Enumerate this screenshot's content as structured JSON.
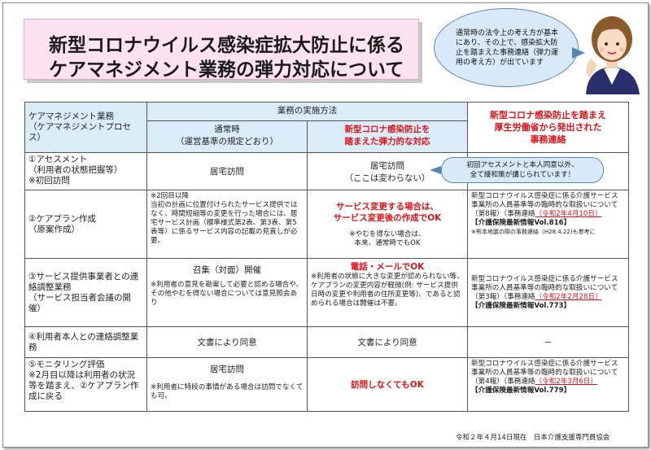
{
  "title": {
    "line1": "新型コロナウイルス感染症拡大防止に係る",
    "line2": "ケアマネジメント業務の弾力対応について"
  },
  "bubble": {
    "text": "通常時の法令上の考え方が基本にあり、その上で、感染拡大防止を踏まえた事務連絡（弾力運用の考え方）が出ています"
  },
  "header": {
    "col1": "ケアマネジメント業務\n（ケアマネジメントプロセス）",
    "implementation": "業務の実施方法",
    "normal_title": "通常時",
    "normal_sub": "（運営基準の規定どおり）",
    "covid_title": "新型コロナ感染防止を",
    "covid_sub": "踏まえた弾力的な対応",
    "notice_l1": "新型コロナ感染防止を踏まえ",
    "notice_l2": "厚生労働省から発出された",
    "notice_l3": "事務連絡"
  },
  "callout": {
    "line1": "初回アセスメントと本人同意以外、",
    "line2": "全て緩和策が講じられています！"
  },
  "rows": [
    {
      "process": "①アセスメント\n（利用者の状態把握等）\n※初回訪問",
      "normal": "居宅訪問",
      "covid_main": "居宅訪問",
      "covid_sub": "（ここは変わらない）",
      "notice": ""
    },
    {
      "process": "②ケアプラン作成\n（原案作成）",
      "normal": "※2回目以降\n当初の計画に位置付けられたサービス提供ではなく、時間短縮等の変更を行った場合には、居宅サービス計画（標準様式第2表、第3表、第5表等）に係るサービス内容の記載の見直しが必要。",
      "covid_main": "サービス変更する場合は、\nサービス変更後の作成でOK",
      "covid_sub": "※やむを得ない場合は、\n本来、通常時でもOK",
      "notice_a": "新型コロナウイルス感染症に係る介護サービス事業所の人員基準等の臨時的な取扱いについて（第8報）（事務連絡",
      "notice_date": "（令和2年4月10日）",
      "notice_b": "【介護保険最新情報Vol.816】",
      "notice_c": "※熊本地震の際の事務連絡（H28.4.22)も参考に"
    },
    {
      "process": "③サービス提供事業者との連絡調整業務\n（サービス担当者会議の開催）",
      "normal": "召集（対面）開催",
      "normal_note": "※利用者の意見を勘案して必要と認める場合や、その他やむを得ない場合については意見照会あり",
      "covid_main": "電話・メールでOK",
      "covid_sub": "※利用者の状態に大きな変更が認められない等、ケアプランの変更内容が軽微(例: サービス提供日時の変更や利用者の住所変更等)、であると認められる場合は開催は不要。",
      "notice_a": "新型コロナウイルス感染症に係る介護サービス事業所の人員基準等の臨時的な取扱いについて（第3報）（事務連絡",
      "notice_date": "（令和2年2月28日）",
      "notice_b": "【介護保険最新情報Vol.773】"
    },
    {
      "process": "④利用者本人との連絡調整業務",
      "normal": "文書により同意",
      "covid_main": "文書により同意",
      "notice": "－"
    },
    {
      "process": "⑤モニタリング評価\n※2月目以降は利用者の状況等を踏まえ、②ケアプラン作成に戻る",
      "normal": "居宅訪問",
      "normal_note": "※利用者に特段の事情がある場合は訪問でなくても可。",
      "covid_main": "訪問しなくてもOK",
      "notice_a": "新型コロナウイルス感染症に係る介護サービス事業所の人員基準等の臨時的な取扱いについて（第4報）（事務連絡",
      "notice_date": "（令和2年3月6日）",
      "notice_b": "【介護保険最新情報Vol.779】"
    }
  ],
  "footer": "令和２年４月14日現在　日本介護支援専門員協会",
  "colors": {
    "title_bg": "#fde3f2",
    "header_bg": "#d9ecf8",
    "bubble_bg": "#d8e9f7",
    "accent_red": "#e0131a"
  }
}
